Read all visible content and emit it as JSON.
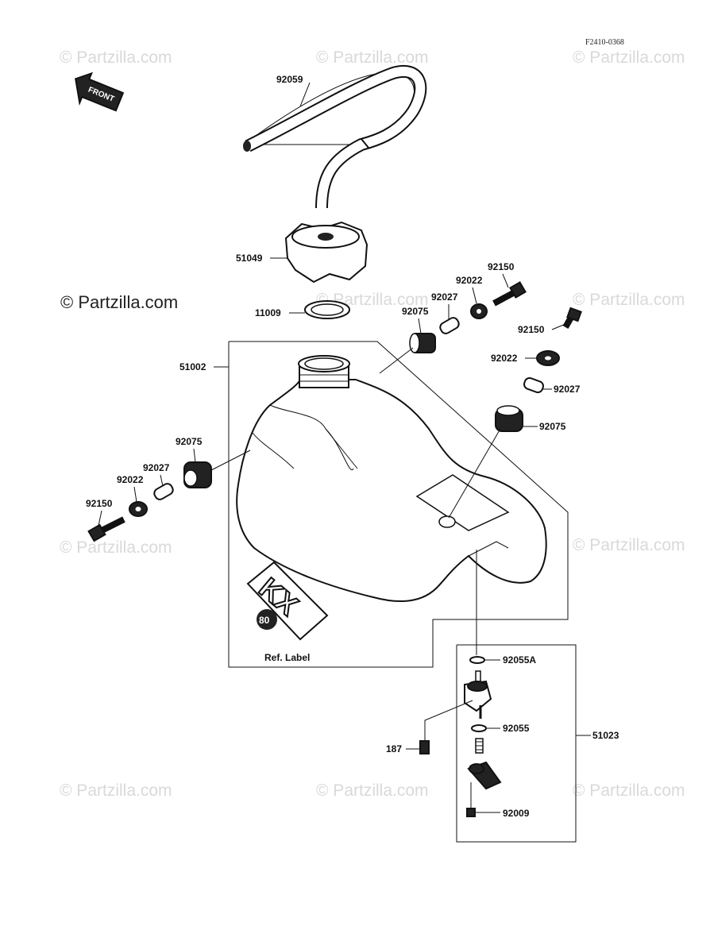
{
  "diagram_code": "F2410-0368",
  "front_badge": "FRONT",
  "watermarks": {
    "text": "© Partzilla.com",
    "prominent": "© Partzilla.com"
  },
  "labels": {
    "p92059": "92059",
    "p51049": "51049",
    "p11009": "11009",
    "p51002": "51002",
    "p92150_a": "92150",
    "p92022_a": "92022",
    "p92027_a": "92027",
    "p92075_a": "92075",
    "p92150_b": "92150",
    "p92022_b": "92022",
    "p92027_b": "92027",
    "p92075_b": "92075",
    "p92075_c": "92075",
    "p92027_c": "92027",
    "p92022_c": "92022",
    "p92150_c": "92150",
    "ref_label": "Ref. Label",
    "p92055A": "92055A",
    "p92055": "92055",
    "p187": "187",
    "p51023": "51023",
    "p92009": "92009"
  },
  "decal": {
    "kx": "KX",
    "num": "80"
  }
}
